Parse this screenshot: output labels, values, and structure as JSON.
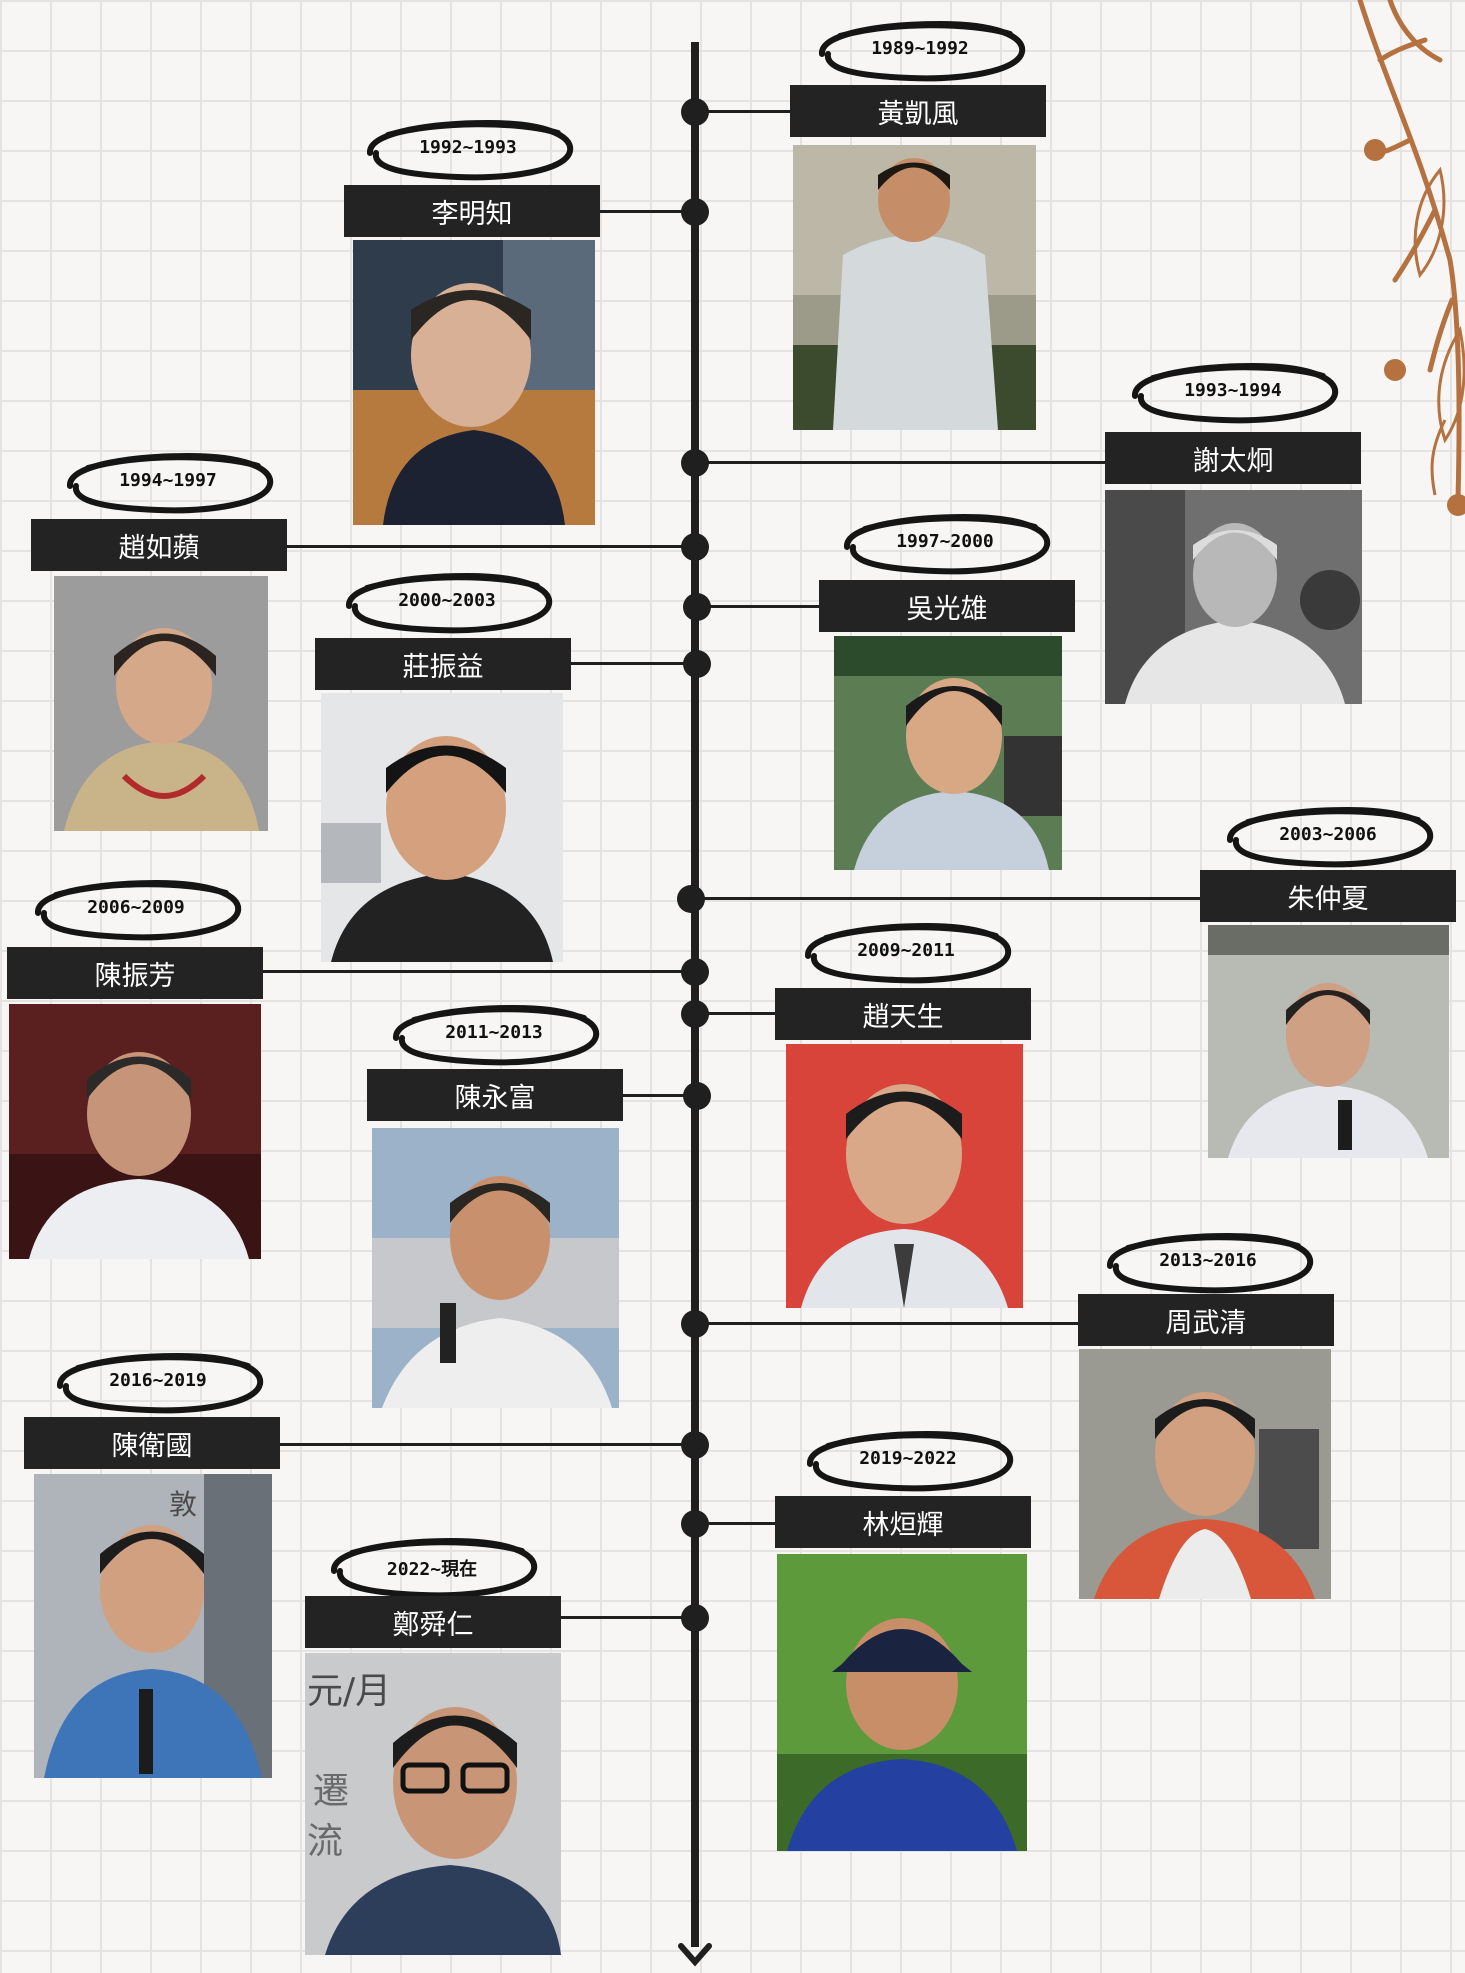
{
  "timeline": {
    "entries": [
      {
        "period": "1989~1992",
        "name": "黃凱風"
      },
      {
        "period": "1992~1993",
        "name": "李明知"
      },
      {
        "period": "1993~1994",
        "name": "謝太炯"
      },
      {
        "period": "1994~1997",
        "name": "趙如蘋"
      },
      {
        "period": "1997~2000",
        "name": "吳光雄"
      },
      {
        "period": "2000~2003",
        "name": "莊振益"
      },
      {
        "period": "2003~2006",
        "name": "朱仲夏"
      },
      {
        "period": "2006~2009",
        "name": "陳振芳"
      },
      {
        "period": "2009~2011",
        "name": "趙天生"
      },
      {
        "period": "2011~2013",
        "name": "陳永富"
      },
      {
        "period": "2013~2016",
        "name": "周武清"
      },
      {
        "period": "2016~2019",
        "name": "陳衛國"
      },
      {
        "period": "2019~2022",
        "name": "林烜輝"
      },
      {
        "period": "2022~現在",
        "name": "鄭舜仁"
      }
    ]
  },
  "photos": {
    "backdrop_text": "元/月",
    "backdrop_text2": "遷",
    "backdrop_text3": "流",
    "sign_text": "敦"
  },
  "colors": {
    "background": "#f7f6f4",
    "grid": "#e4e3e1",
    "spine": "#1f1f1f",
    "label": "#232323",
    "branch": "#b5713f"
  }
}
